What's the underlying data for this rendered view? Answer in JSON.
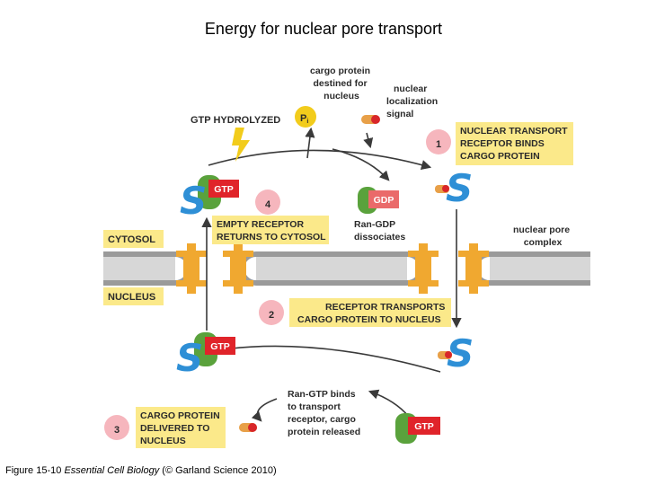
{
  "title": "Energy for nuclear pore transport",
  "labels": {
    "gtp_hydrolyzed": "GTP HYDROLYZED",
    "pi_main": "P",
    "pi_sub": "i",
    "cargo_protein": [
      "cargo protein",
      "destined for",
      "nucleus"
    ],
    "nls": [
      "nuclear",
      "localization",
      "signal"
    ],
    "ran_gdp": [
      "Ran-GDP",
      "dissociates"
    ],
    "nuclear_pore_complex": [
      "nuclear pore",
      "complex"
    ],
    "ran_gtp_binds": [
      "Ran-GTP binds",
      "to transport",
      "receptor, cargo",
      "protein released"
    ]
  },
  "compartments": {
    "cytosol": "CYTOSOL",
    "nucleus": "NUCLEUS"
  },
  "steps": [
    {
      "number": "1",
      "text": [
        "NUCLEAR TRANSPORT",
        "RECEPTOR BINDS",
        "CARGO PROTEIN"
      ]
    },
    {
      "number": "2",
      "text": [
        "RECEPTOR TRANSPORTS",
        "CARGO PROTEIN TO NUCLEUS"
      ]
    },
    {
      "number": "3",
      "text": [
        "CARGO PROTEIN",
        "DELIVERED TO",
        "NUCLEUS"
      ]
    },
    {
      "number": "4",
      "text": [
        "EMPTY RECEPTOR",
        "RETURNS TO CYTOSOL"
      ]
    }
  ],
  "molecules": {
    "gtp": "GTP",
    "gdp": "GDP",
    "receptor_glyph": "S"
  },
  "caption": {
    "prefix": "Figure 15-10  ",
    "book": "Essential Cell Biology",
    "suffix": " (© Garland Science 2010)"
  },
  "colors": {
    "label_box": "#fbe98a",
    "step_circle": "#f6b6bd",
    "receptor": "#2e8fd6",
    "ran": "#5aa23c",
    "gtp_box": "#e0242a",
    "gdp_box": "#ea6a6a",
    "membrane": "#9a9a9a",
    "pore": "#f0a830",
    "arrow": "#3a3a3a",
    "pi": "#f2cc1c",
    "lightning": "#f2cc1c"
  }
}
